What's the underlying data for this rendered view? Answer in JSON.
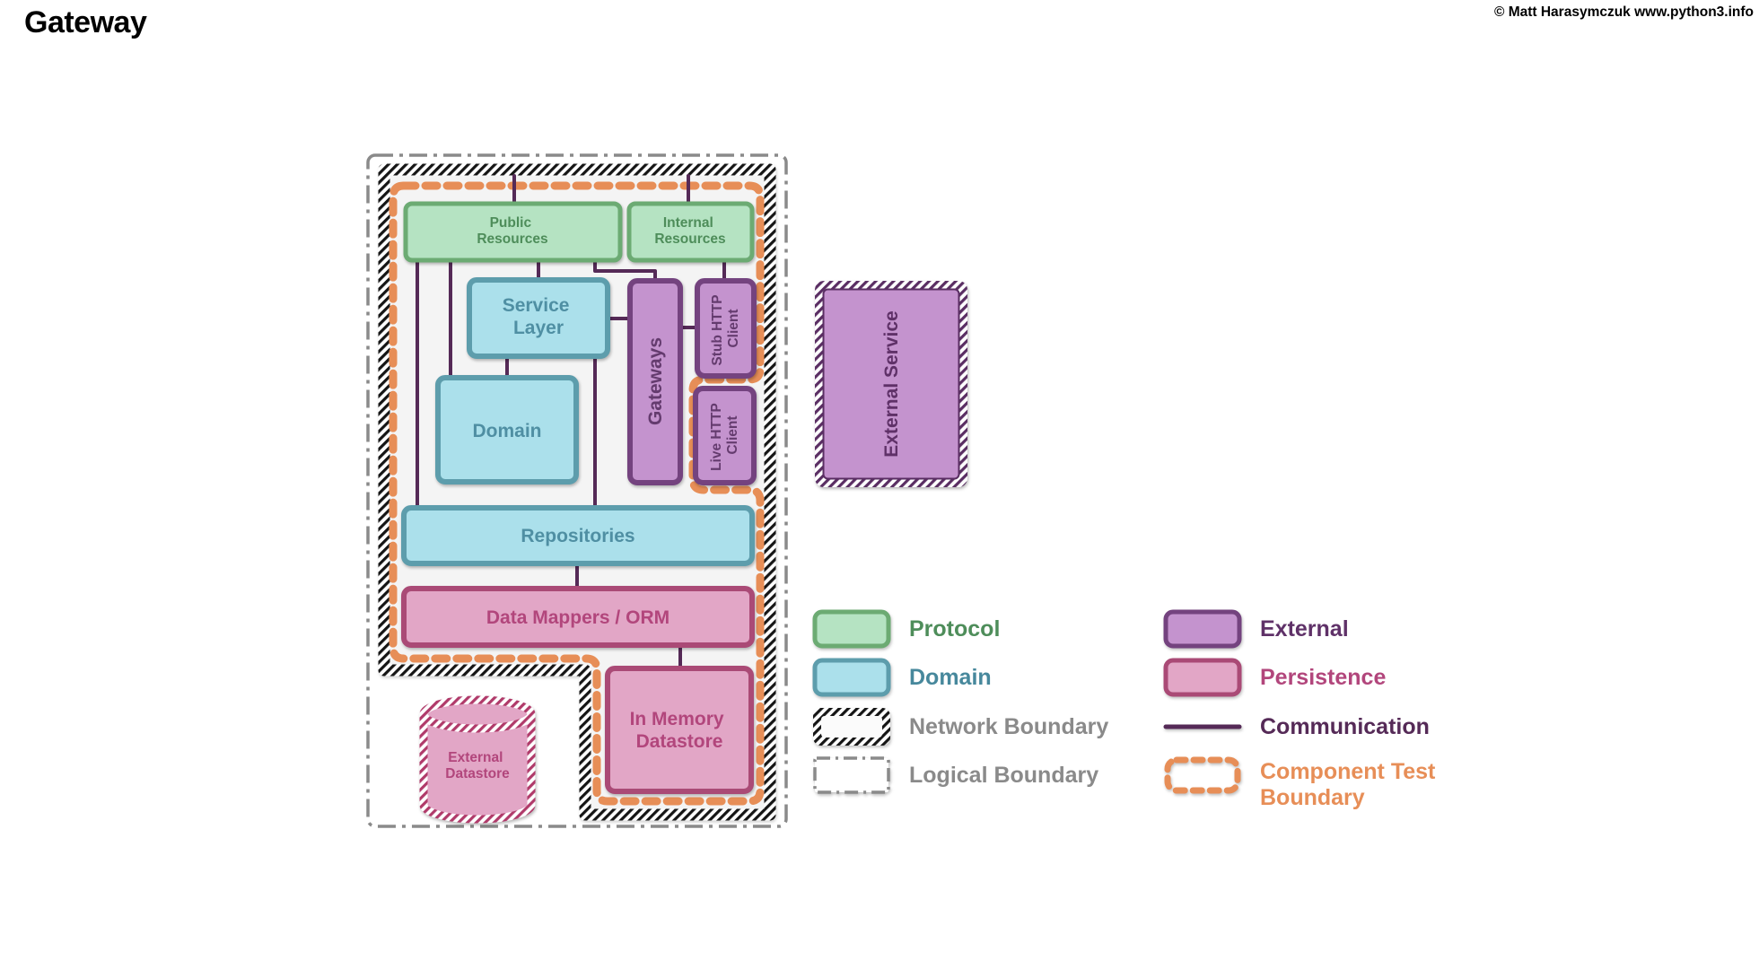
{
  "header": {
    "title": "Gateway",
    "copyright": "© Matt Harasymczuk www.python3.info"
  },
  "diagram": {
    "nodes": {
      "public_resources": {
        "line1": "Public",
        "line2": "Resources"
      },
      "internal_resources": {
        "line1": "Internal",
        "line2": "Resources"
      },
      "service_layer": {
        "line1": "Service",
        "line2": "Layer"
      },
      "domain": {
        "label": "Domain"
      },
      "gateways": {
        "label": "Gateways"
      },
      "stub_http_client": {
        "line1": "Stub HTTP",
        "line2": "Client"
      },
      "live_http_client": {
        "line1": "Live HTTP",
        "line2": "Client"
      },
      "repositories": {
        "label": "Repositories"
      },
      "data_mappers": {
        "label": "Data Mappers / ORM"
      },
      "in_memory_datastore": {
        "line1": "In Memory",
        "line2": "Datastore"
      },
      "external_service": {
        "label": "External Service"
      },
      "external_datastore": {
        "line1": "External",
        "line2": "Datastore"
      }
    },
    "colors": {
      "protocol_fill": "#b5e3c2",
      "protocol_border": "#6cab73",
      "protocol_text": "#4e8d5a",
      "domain_fill": "#abe0eb",
      "domain_border": "#5d9dac",
      "domain_text": "#4f8fa3",
      "external_fill": "#c493ce",
      "external_border": "#74437f",
      "external_text": "#5f3168",
      "persistence_fill": "#e2a6c6",
      "persistence_border": "#aa4a76",
      "persistence_text": "#b2467c",
      "communication_line": "#552a57",
      "component_test_boundary": "#e78e57",
      "boundary_gray": "#8a8a8a",
      "network_hatch": "#151515"
    }
  },
  "legend": {
    "items_left": [
      {
        "label": "Protocol"
      },
      {
        "label": "Domain"
      },
      {
        "label": "Network Boundary"
      },
      {
        "label": "Logical Boundary"
      }
    ],
    "items_right": [
      {
        "label": "External"
      },
      {
        "label": "Persistence"
      },
      {
        "label": "Communication"
      },
      {
        "label": "Component Test Boundary"
      }
    ]
  }
}
